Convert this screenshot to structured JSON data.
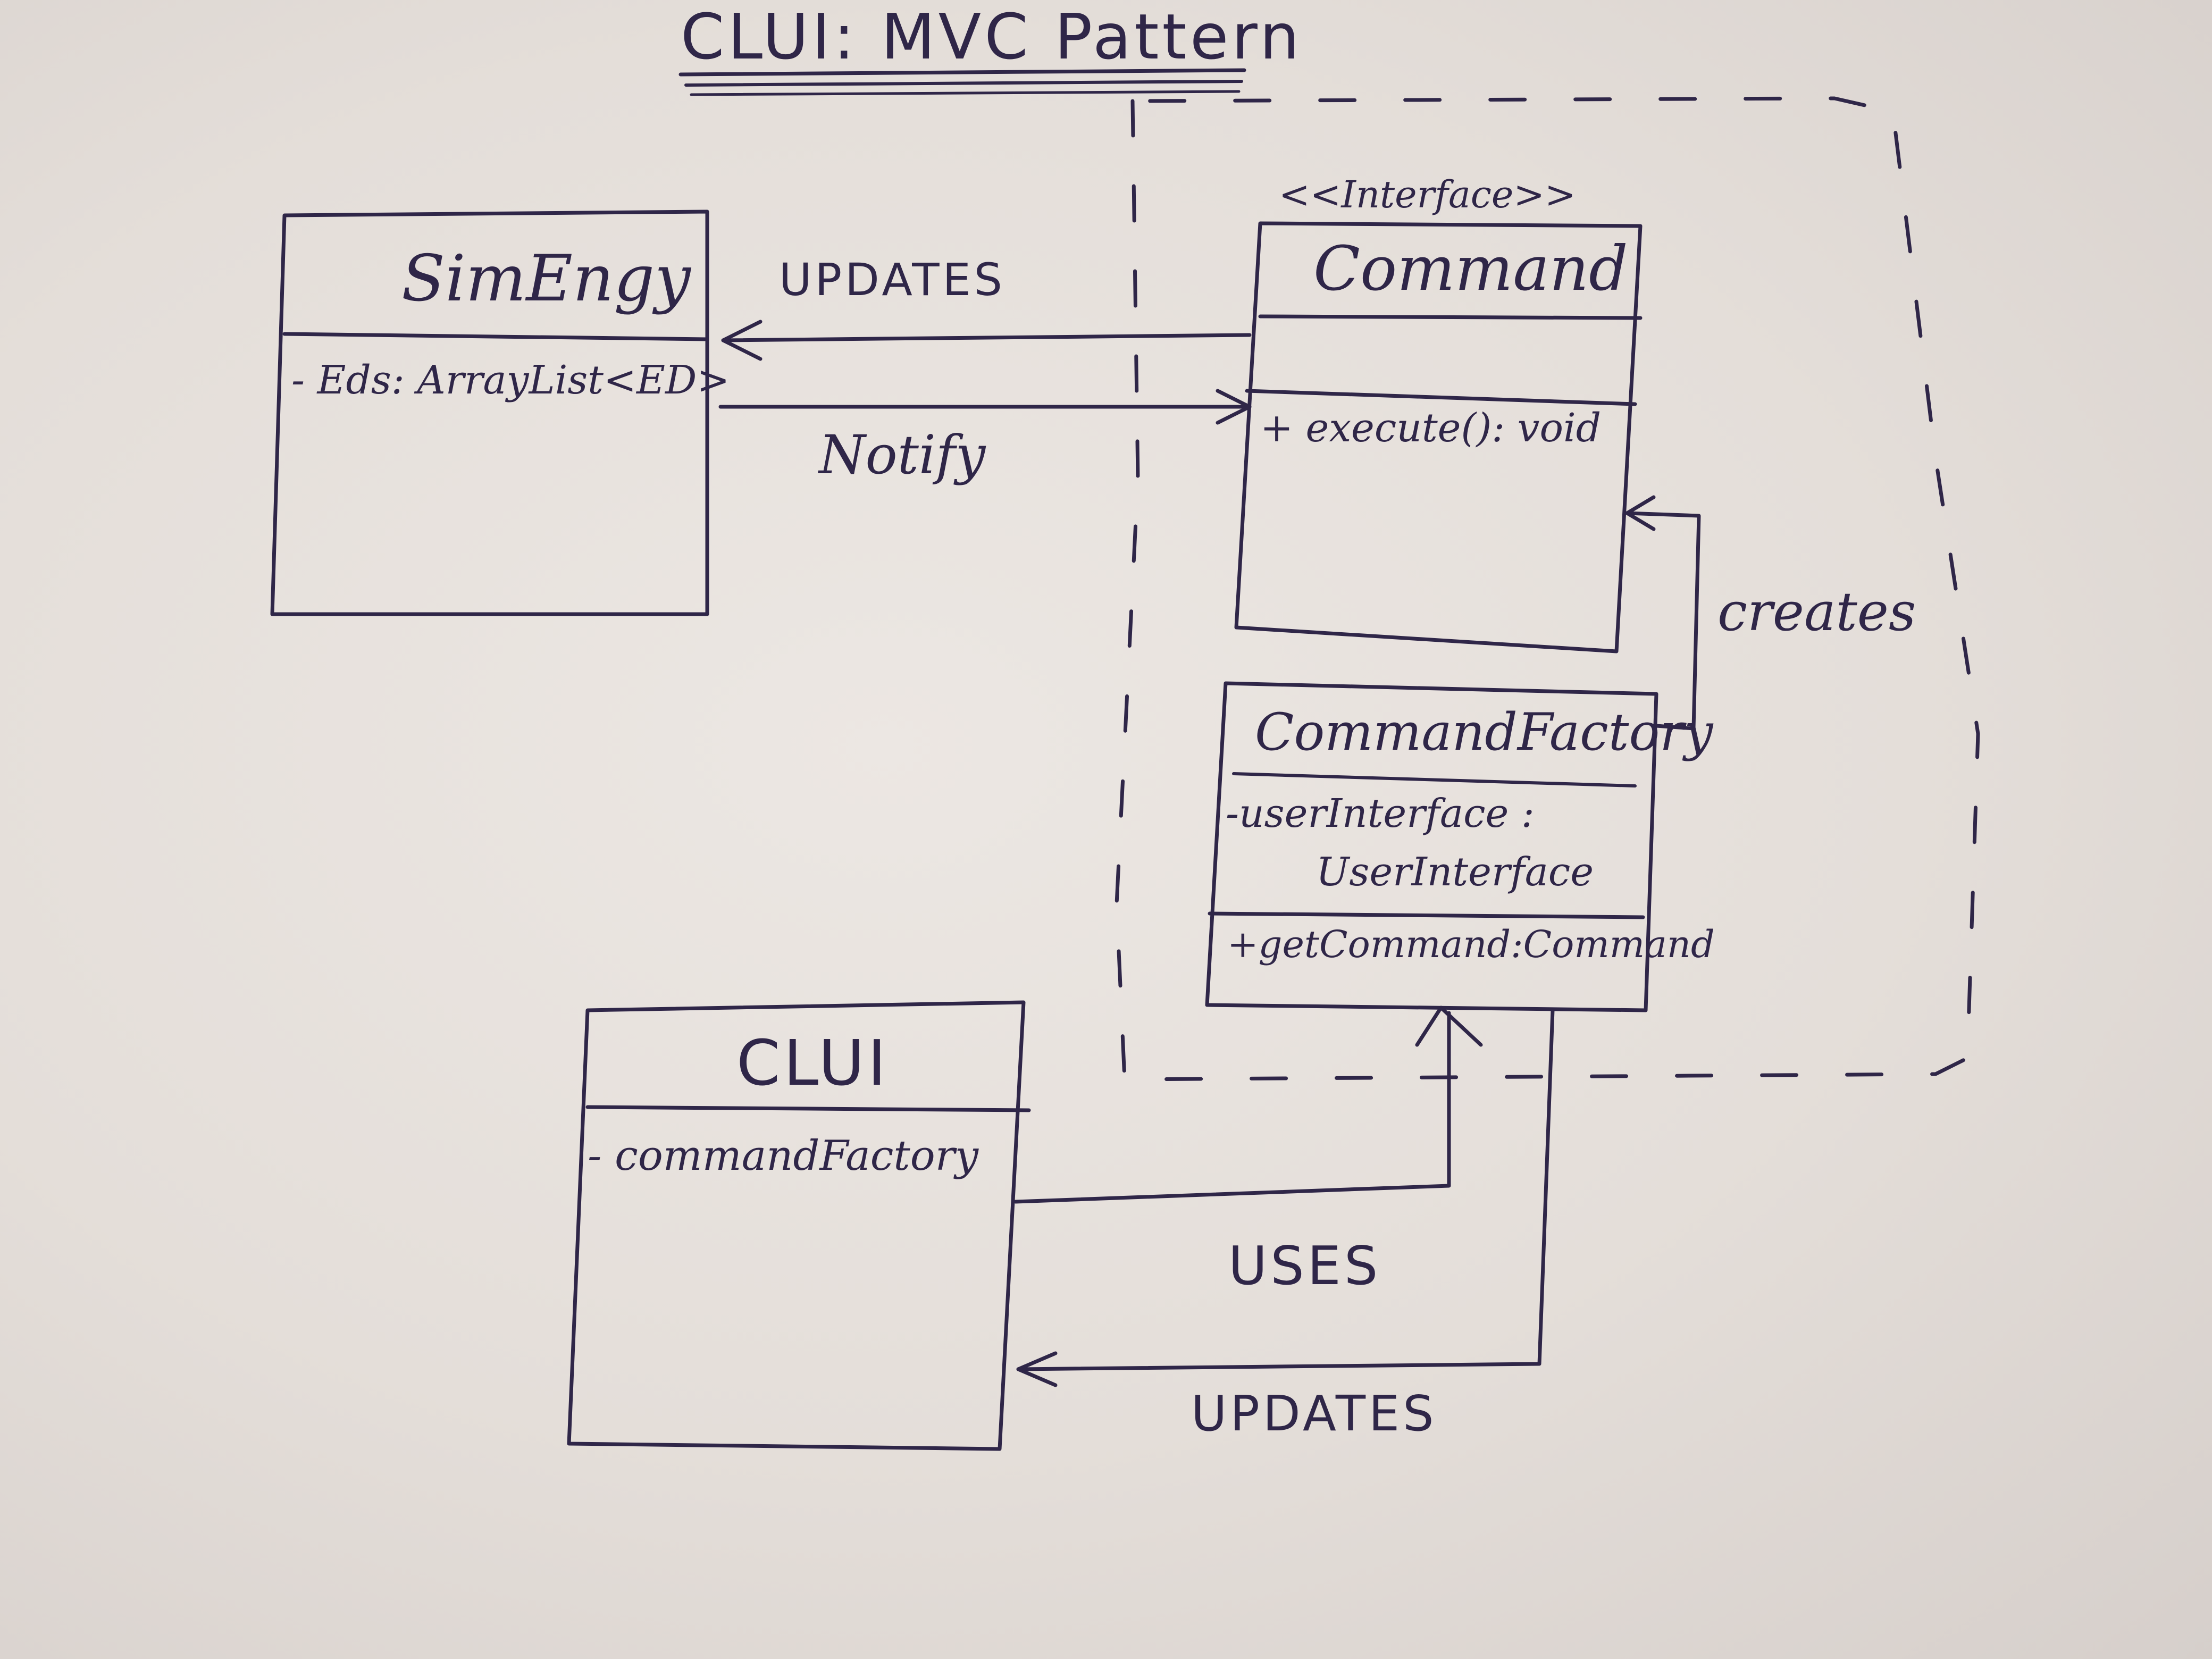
{
  "title": "CLUI: MVC Pattern",
  "boundary": {
    "stereotype": "<<Interface>>"
  },
  "classes": {
    "simengy": {
      "name": "SimEngy",
      "attributes": [
        "- Eds: ArrayList<ED>"
      ],
      "methods": []
    },
    "command": {
      "name": "Command",
      "attributes": [],
      "methods": [
        "+ execute(): void"
      ]
    },
    "command_factory": {
      "name": "CommandFactory",
      "attributes": [
        "-userInterface :",
        "UserInterface"
      ],
      "methods": [
        "+getCommand:Command"
      ]
    },
    "clui": {
      "name": "CLUI",
      "attributes": [
        "- commandFactory"
      ],
      "methods": []
    }
  },
  "relations": {
    "command_to_simengy": "UPDATES",
    "simengy_to_command": "Notify",
    "factory_creates_command": "creates",
    "clui_uses_factory": "USES",
    "factory_updates_clui": "UPDATES"
  },
  "colors": {
    "ink": "#2f2648",
    "paper": "#e6e0dc"
  }
}
